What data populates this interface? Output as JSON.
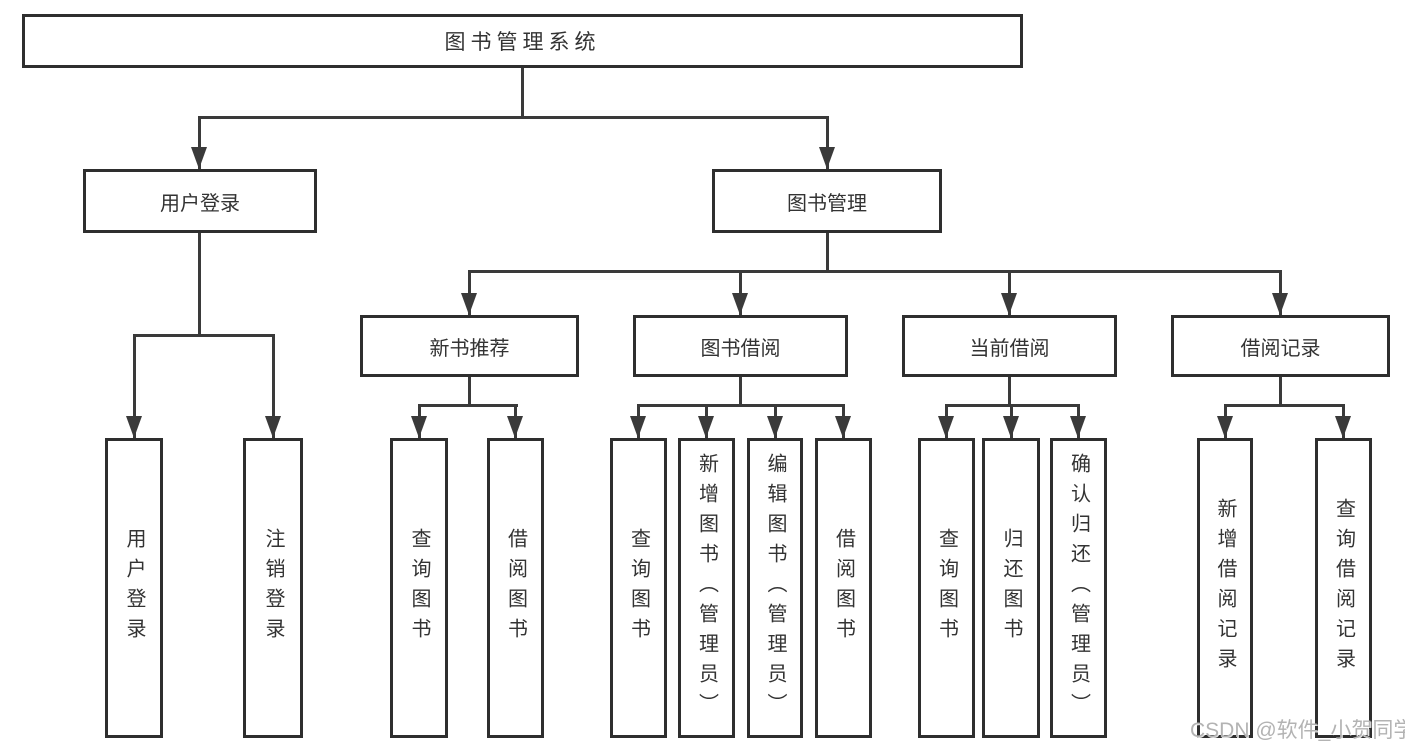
{
  "diagram_type": "org-tree",
  "tree": {
    "root": {
      "label": "图书管理系统"
    },
    "children": [
      {
        "label": "用户登录",
        "children": [
          {
            "label": "用户登录"
          },
          {
            "label": "注销登录"
          }
        ]
      },
      {
        "label": "图书管理",
        "children": [
          {
            "label": "新书推荐",
            "children": [
              {
                "label": "查询图书"
              },
              {
                "label": "借阅图书"
              }
            ]
          },
          {
            "label": "图书借阅",
            "children": [
              {
                "label": "查询图书"
              },
              {
                "label": "新增图书（管理员）"
              },
              {
                "label": "编辑图书（管理员）"
              },
              {
                "label": "借阅图书"
              }
            ]
          },
          {
            "label": "当前借阅",
            "children": [
              {
                "label": "查询图书"
              },
              {
                "label": "归还图书"
              },
              {
                "label": "确认归还（管理员）"
              }
            ]
          },
          {
            "label": "借阅记录",
            "children": [
              {
                "label": "新增借阅记录"
              },
              {
                "label": "查询借阅记录"
              }
            ]
          }
        ]
      }
    ]
  },
  "watermark": {
    "text": "CSDN @软件_小贺同学"
  },
  "colors": {
    "background": "#ffffff",
    "box_fill": "#ffffff",
    "box_border": "#2e2e2e",
    "line": "#3a3a3a",
    "text": "#333333",
    "watermark_text": "#b3b3b3"
  }
}
